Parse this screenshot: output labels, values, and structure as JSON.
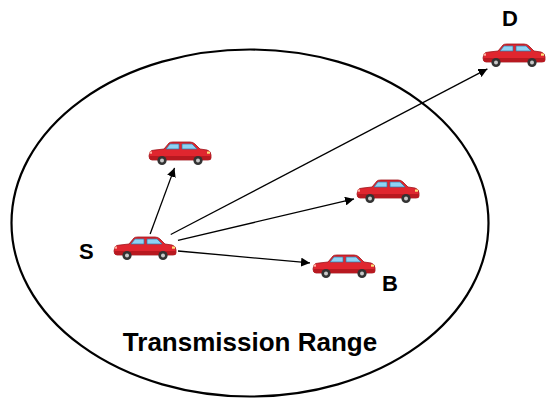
{
  "diagram": {
    "nodes": [
      {
        "text": [
          "Transmission Range"
        ]
      },
      {
        "text": [
          "D"
        ]
      },
      {
        "text": [],
        "in": 0
      },
      {
        "text": [],
        "in": 0
      },
      {
        "text": [
          "S"
        ],
        "in": 0
      },
      {
        "text": [
          "B"
        ],
        "in": 0
      }
    ],
    "edges": [
      {
        "from": 4,
        "to": 2,
        "arrow": "to"
      },
      {
        "from": 4,
        "to": 1,
        "arrow": "to"
      },
      {
        "from": 4,
        "to": 3,
        "arrow": "to"
      },
      {
        "from": 4,
        "to": 5,
        "arrow": "to"
      }
    ]
  }
}
